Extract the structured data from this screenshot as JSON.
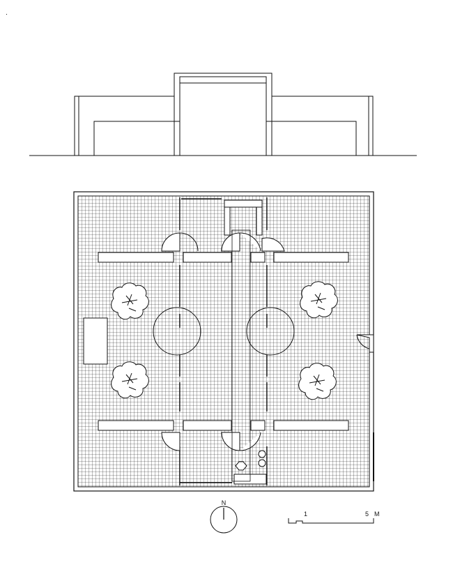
{
  "north_arrow": {
    "label": "N"
  },
  "scale_bar": {
    "label_one": "1",
    "label_five": "5",
    "unit": "M"
  },
  "colors": {
    "line": "#111111",
    "background": "#ffffff"
  }
}
